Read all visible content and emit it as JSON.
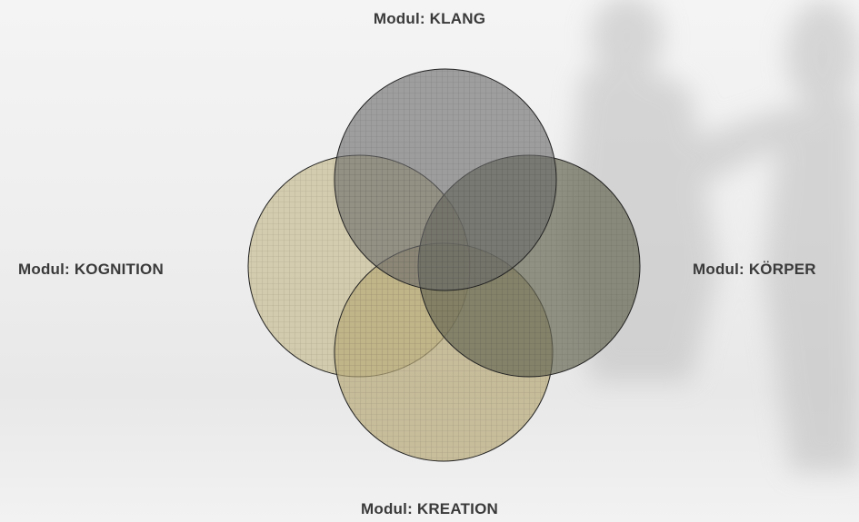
{
  "modules": {
    "top": "Modul: KLANG",
    "left": "Modul: KOGNITION",
    "right": "Modul: KÖRPER",
    "bottom": "Modul: KREATION"
  },
  "colors": {
    "klang_fill": "#6b6b6b",
    "koerper_fill": "#6a6a55",
    "kognition_fill": "#cfc6a2",
    "kreation_fill": "#b8a979",
    "outline": "#222222",
    "label_text": "#3a3a3a"
  }
}
